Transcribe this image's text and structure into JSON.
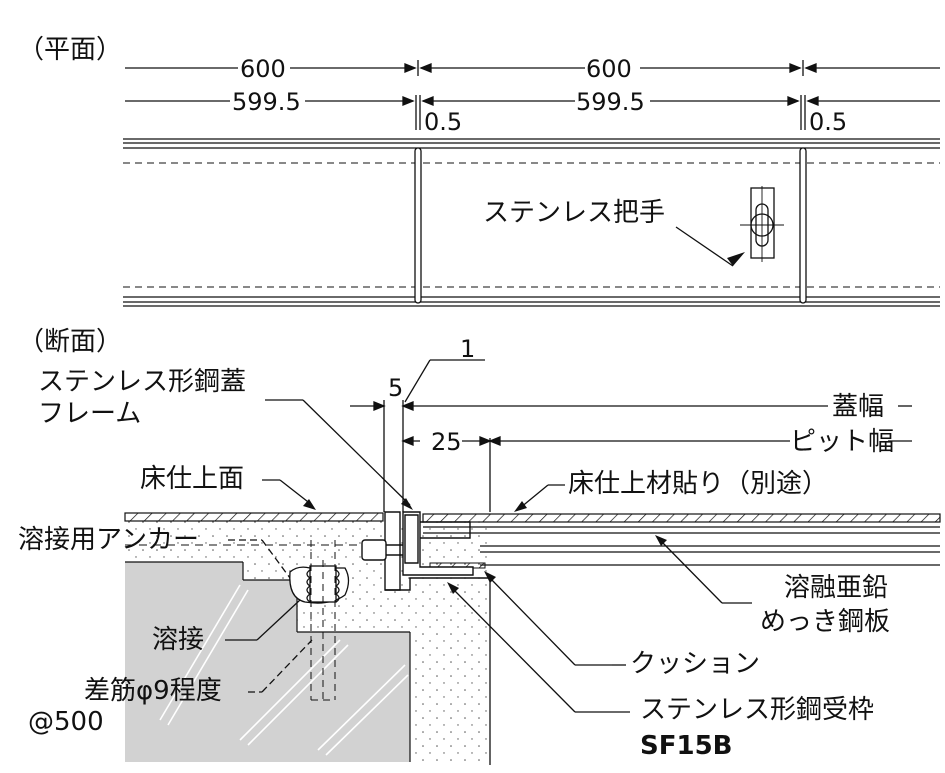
{
  "plan": {
    "title": "（平面）",
    "dim_600_a": "600",
    "dim_600_b": "600",
    "dim_5995_a": "599.5",
    "dim_5995_b": "599.5",
    "dim_05_a": "0.5",
    "dim_05_b": "0.5",
    "handle_label": "ステンレス把手"
  },
  "section": {
    "title": "（断面）",
    "dim_1": "1",
    "dim_5": "5",
    "dim_25": "25",
    "cover_width": "蓋幅",
    "pit_width": "ピット幅",
    "frame_label_1": "ステンレス形鋼蓋",
    "frame_label_2": "フレーム",
    "floor_top": "床仕上面",
    "floor_finish": "床仕上材貼り（別途）",
    "anchor": "溶接用アンカー",
    "galv_1": "溶融亜鉛",
    "galv_2": "めっき鋼板",
    "weld": "溶接",
    "rebar_1": "差筋φ9程度",
    "rebar_2": "@500",
    "cushion": "クッション",
    "receiver": "ステンレス形鋼受枠",
    "model": "SF15B"
  },
  "colors": {
    "line": "#111111",
    "concrete": "#d2d2d2",
    "speckle": "#f3f3f3"
  }
}
